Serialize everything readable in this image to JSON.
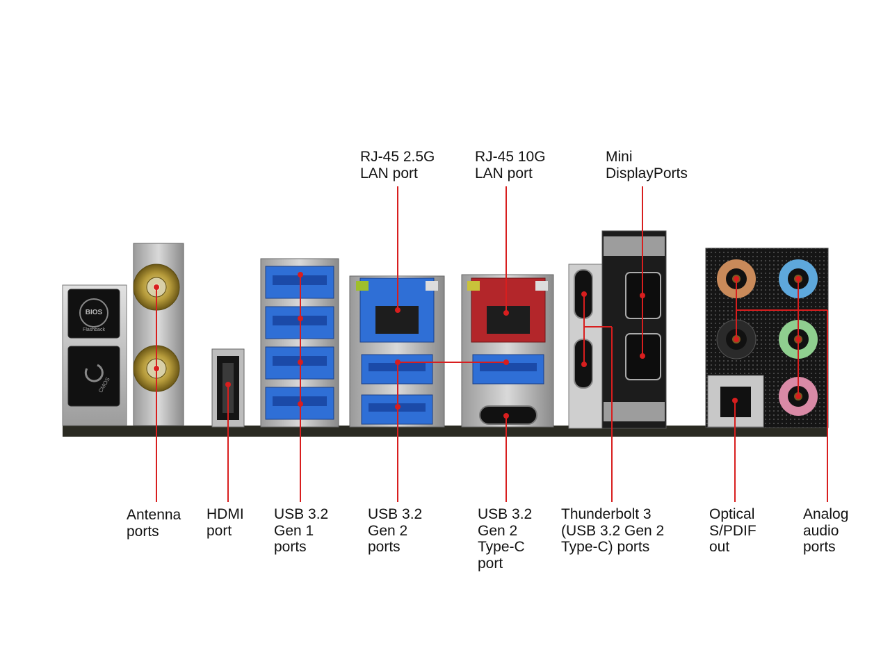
{
  "colors": {
    "leader": "#d81e1e",
    "usb3_blue": "#2f6fd6",
    "lan10g_red": "#b3262a",
    "panel_dark": "#1c1c1c",
    "io_shield": "#bfbfbf",
    "antenna_gold": "#b59a3a"
  },
  "labels": {
    "top": {
      "rj45_25g": [
        "RJ-45 2.5G",
        "LAN port"
      ],
      "rj45_10g": [
        "RJ-45 10G",
        "LAN port"
      ],
      "mini_dp": [
        "Mini",
        "DisplayPorts"
      ]
    },
    "bottom": {
      "antenna": [
        "Antenna",
        "ports"
      ],
      "hdmi": [
        "HDMI",
        "port"
      ],
      "usb_gen1": [
        "USB 3.2",
        "Gen 1",
        "ports"
      ],
      "usb_gen2": [
        "USB 3.2",
        "Gen 2",
        "ports"
      ],
      "usb_typec": [
        "USB 3.2",
        "Gen 2",
        "Type-C",
        "port"
      ],
      "thunderbolt": [
        "Thunderbolt 3",
        "(USB 3.2 Gen 2",
        "Type-C) ports"
      ],
      "optical": [
        "Optical",
        "S/PDIF",
        "out"
      ],
      "analog": [
        "Analog",
        "audio",
        "ports"
      ]
    }
  },
  "buttons": {
    "bios": [
      "BIOS",
      "Flashback"
    ],
    "cmos": "CMOS"
  }
}
